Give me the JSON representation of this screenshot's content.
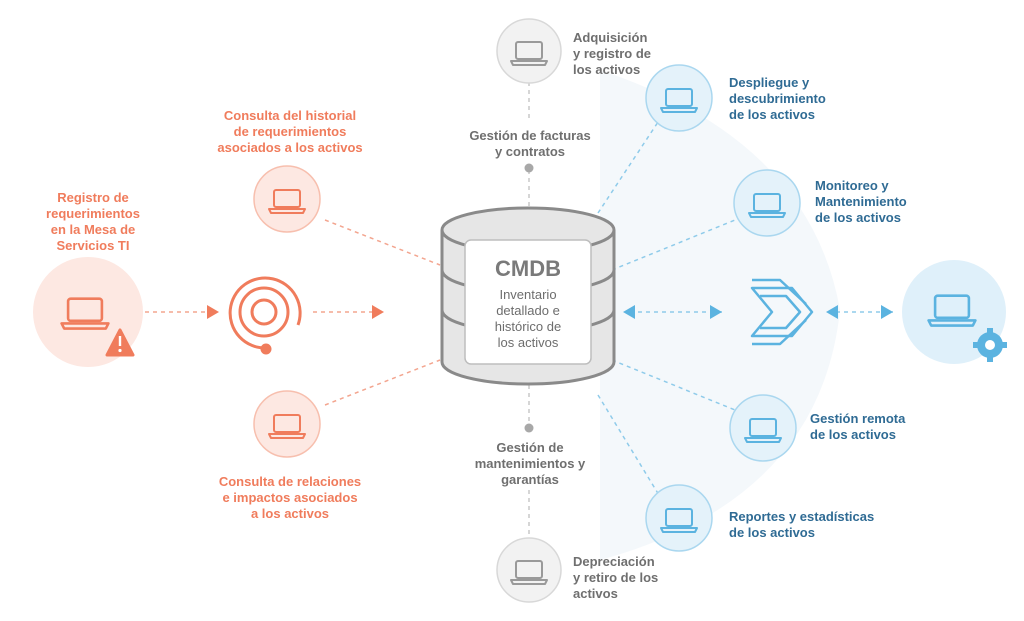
{
  "colors": {
    "orange": "#f07c5c",
    "orange_light": "#fde8e2",
    "blue": "#2f6b94",
    "blue_icon": "#5bb3e0",
    "blue_light": "#e4f2fa",
    "gray": "#6f6f6f",
    "gray_light": "#f2f2f2"
  },
  "left": {
    "registro": "Registro de\nrequerimientos\nen la Mesa de\nServicios TI",
    "consulta_historial": "Consulta del historial\nde requerimientos\nasociados a los activos",
    "consulta_relaciones": "Consulta de relaciones\ne impactos asociados\na los activos"
  },
  "cmdb": {
    "title": "CMDB",
    "description": "Inventario\ndetallado e\nhistórico de\nlos activos"
  },
  "top": {
    "adquisicion": "Adquisición\ny registro de\nlos activos",
    "gestion_facturas": "Gestión  de facturas\ny contratos"
  },
  "bottom": {
    "gestion_mantenimientos": "Gestión de\nmantenimientos y\ngarantías",
    "depreciacion": "Depreciación\ny retiro de los\nactivos"
  },
  "right": {
    "despliegue": "Despliegue y\ndescubrimiento\nde los activos",
    "monitoreo": "Monitoreo y\nMantenimiento\nde los activos",
    "gestion_remota": "Gestión remota\nde los activos",
    "reportes": "Reportes y estadísticas\nde los activos"
  },
  "icons": {
    "laptop": "laptop-icon",
    "warning": "warning-icon",
    "target": "target-icon",
    "gear": "gear-icon",
    "logo": "layers-logo-icon",
    "database": "database-icon"
  }
}
